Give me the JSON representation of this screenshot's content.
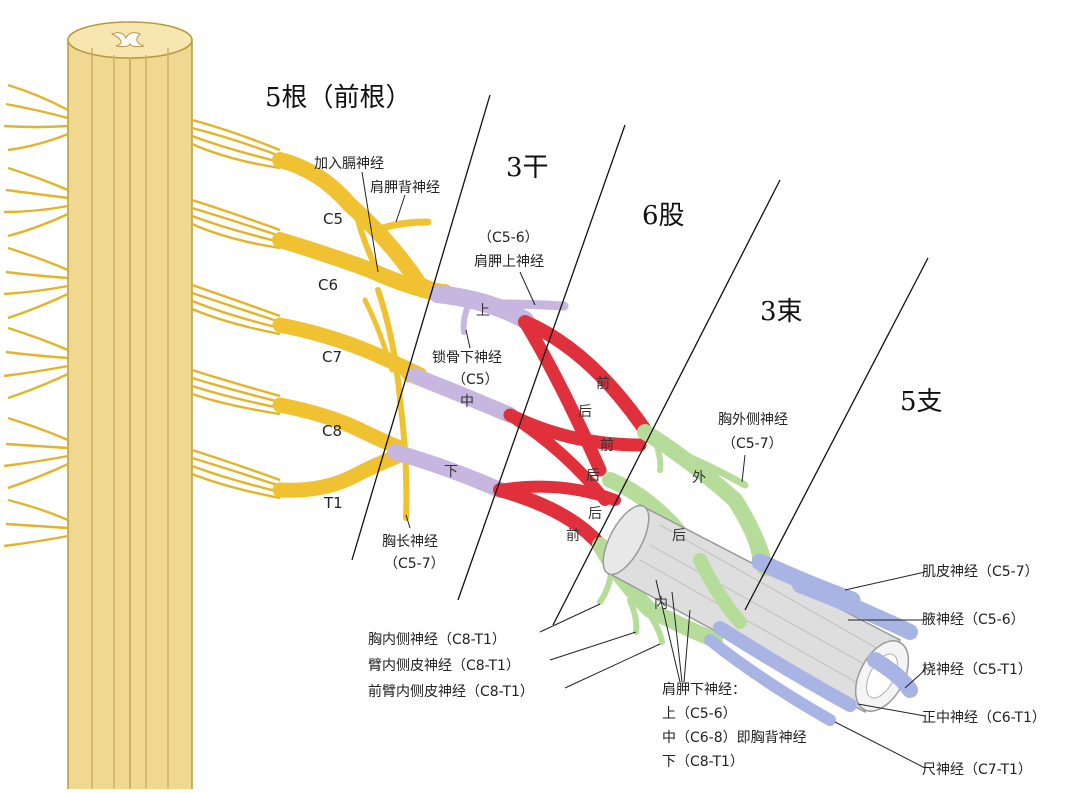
{
  "headers": {
    "roots": "5根（前根）",
    "trunks": "3干",
    "divisions": "6股",
    "cords": "3束",
    "branches": "5支"
  },
  "root_labels": [
    "C5",
    "C6",
    "C7",
    "C8",
    "T1"
  ],
  "nerve_labels": {
    "phrenic_join": "加入膈神经",
    "dorsal_scapular": "肩胛背神经",
    "suprascapular_code": "（C5-6）",
    "suprascapular": "肩胛上神经",
    "subclavian": "锁骨下神经",
    "subclavian_code": "（C5）",
    "long_thoracic": "胸长神经",
    "long_thoracic_code": "（C5-7）",
    "lateral_pectoral": "胸外侧神经",
    "lateral_pectoral_code": "（C5-7）",
    "medial_pectoral": "胸内侧神经（C8-T1）",
    "medial_brachial_cutaneous": "臂内侧皮神经（C8-T1）",
    "medial_antebrachial_cutaneous": "前臂内侧皮神经（C8-T1）",
    "subscapular_title": "肩胛下神经：",
    "subscapular_upper": "上（C5-6）",
    "subscapular_middle": "中（C6-8）即胸背神经",
    "subscapular_lower": "下（C8-T1）"
  },
  "segment_labels": {
    "upper": "上",
    "middle": "中",
    "lower": "下",
    "ant1": "前",
    "post1": "后",
    "ant2": "前",
    "post2": "后",
    "post3": "后",
    "ant3": "前",
    "lateral": "外",
    "posterior": "后",
    "medial": "内"
  },
  "terminal_branches": [
    "肌皮神经（C5-7）",
    "腋神经（C5-6）",
    "桡神经（C5-T1）",
    "正中神经（C6-T1）",
    "尺神经（C7-T1）"
  ],
  "colors": {
    "spinal_cord": "#f1d890",
    "roots": "#f0c232",
    "trunks": "#c6b6e0",
    "divisions": "#e0303c",
    "cords": "#b6dc9a",
    "branches": "#a8b4e4",
    "artery": "#dcdcdc"
  }
}
